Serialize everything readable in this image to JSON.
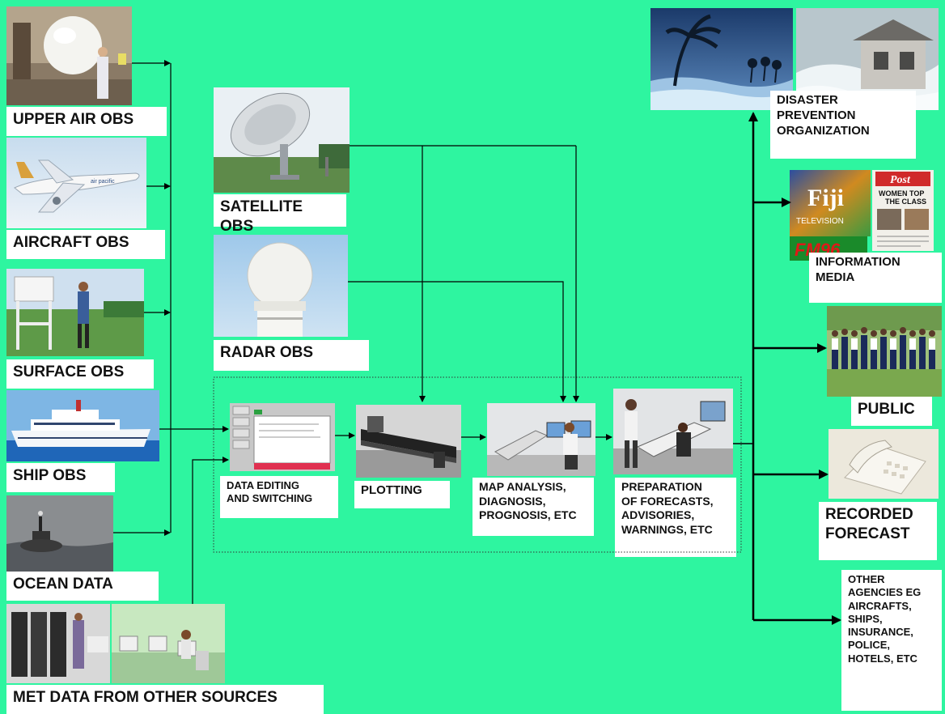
{
  "labels": {
    "upper_air": "UPPER AIR OBS",
    "aircraft": "AIRCRAFT OBS",
    "surface": "SURFACE OBS",
    "ship": "SHIP OBS",
    "ocean": "OCEAN DATA",
    "met_other": "MET DATA FROM OTHER SOURCES",
    "satellite": "SATELLITE OBS",
    "radar": "RADAR OBS",
    "data_editing": "DATA EDITING\nAND SWITCHING",
    "plotting": "PLOTTING",
    "map_analysis": "MAP ANALYSIS,\nDIAGNOSIS,\nPROGNOSIS, ETC",
    "preparation": "PREPARATION\nOF FORECASTS,\nADVISORIES,\nWARNINGS, ETC",
    "disaster": "DISASTER\nPREVENTION\nORGANIZATION",
    "media": "INFORMATION\nMEDIA",
    "public": "PUBLIC",
    "recorded": "RECORDED\nFORECAST",
    "other_agencies": "OTHER\nAGENCIES EG\nAIRCRAFTS,\nSHIPS,\nINSURANCE,\nPOLICE,\nHOTELS, ETC"
  },
  "image_text": {
    "aircraft_livery": "air pacific",
    "tv_logo": "Fiji",
    "tv_sub": "TELEVISION",
    "newspaper_name": "Post",
    "headline": "WOMEN TOP\nTHE CLASS",
    "radio_logo": "FM96"
  },
  "colors": {
    "background": "#2ef5a0",
    "label_bg": "#ffffff",
    "arrow": "#000000",
    "sky": "#a9cde8",
    "grass": "#5e9a48"
  }
}
